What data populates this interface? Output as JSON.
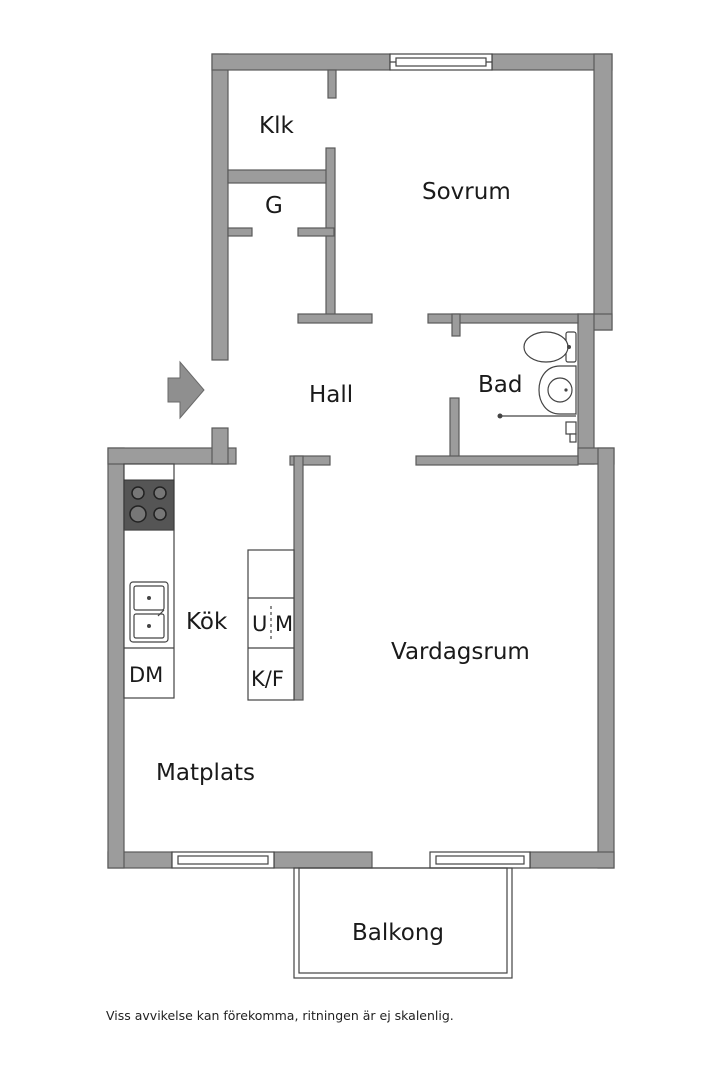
{
  "rooms": {
    "klk": "Klk",
    "g": "G",
    "sovrum": "Sovrum",
    "hall": "Hall",
    "bad": "Bad",
    "kok": "Kök",
    "vardagsrum": "Vardagsrum",
    "matplats": "Matplats",
    "balkong": "Balkong"
  },
  "appliances": {
    "um": "U",
    "um2": "M",
    "kf": "K/F",
    "dm": "DM"
  },
  "disclaimer": "Viss avvikelse kan förekomma, ritningen är ej skalenlig.",
  "colors": {
    "wall": "#9c9c9c",
    "stove": "#555555"
  }
}
